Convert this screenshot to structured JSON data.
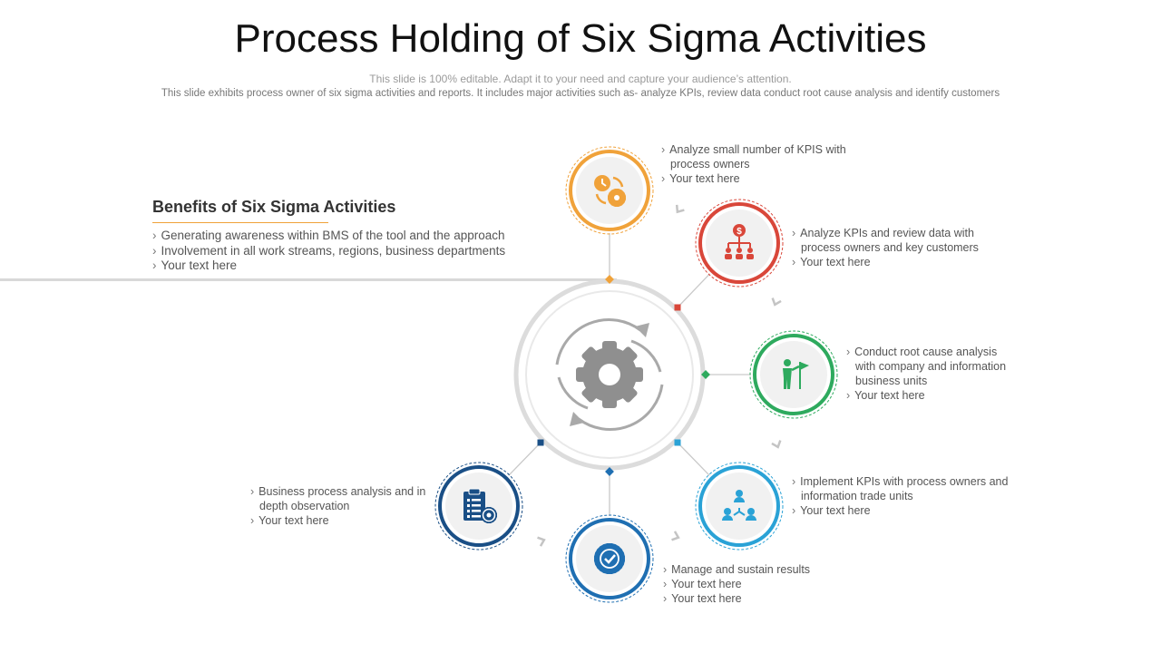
{
  "header": {
    "title": "Process Holding of Six Sigma Activities",
    "subtitle1": "This slide is 100% editable. Adapt it to your need and capture your audience’s attention.",
    "subtitle2": "This slide exhibits process owner of six sigma activities and reports. It includes major activities such as- analyze KPIs, review data conduct root cause analysis and identify customers"
  },
  "benefits": {
    "heading": "Benefits of Six Sigma Activities",
    "items": [
      "Generating awareness within BMS of the tool and the approach",
      "Involvement in all work streams, regions, business departments",
      "Your text here"
    ]
  },
  "nodes": [
    {
      "icon": "clock-gear-icon",
      "color": "#f0a23a",
      "lines": [
        "Analyze small number of KPIS with process owners",
        "Your text here"
      ]
    },
    {
      "icon": "dollar-hierarchy-icon",
      "color": "#d9473a",
      "lines": [
        "Analyze KPIs and review  data with process owners  and key customers",
        "Your text here"
      ]
    },
    {
      "icon": "person-flag-icon",
      "color": "#2eaa5e",
      "lines": [
        "Conduct root cause analysis with company and information business units",
        "Your text here"
      ]
    },
    {
      "icon": "people-network-icon",
      "color": "#2aa2d6",
      "lines": [
        "Implement  KPIs with process owners and information trade units",
        "Your text here"
      ]
    },
    {
      "icon": "badge-check-icon",
      "color": "#1f6fb2",
      "lines": [
        "Manage and sustain results",
        "Your text here",
        "Your text here"
      ]
    },
    {
      "icon": "clipboard-gear-icon",
      "color": "#1a4f86",
      "lines": [
        "Business process analysis and in depth observation",
        "Your text here"
      ]
    }
  ],
  "center": {
    "icon": "gear-cycle-icon"
  },
  "bullet_glyph": "›"
}
